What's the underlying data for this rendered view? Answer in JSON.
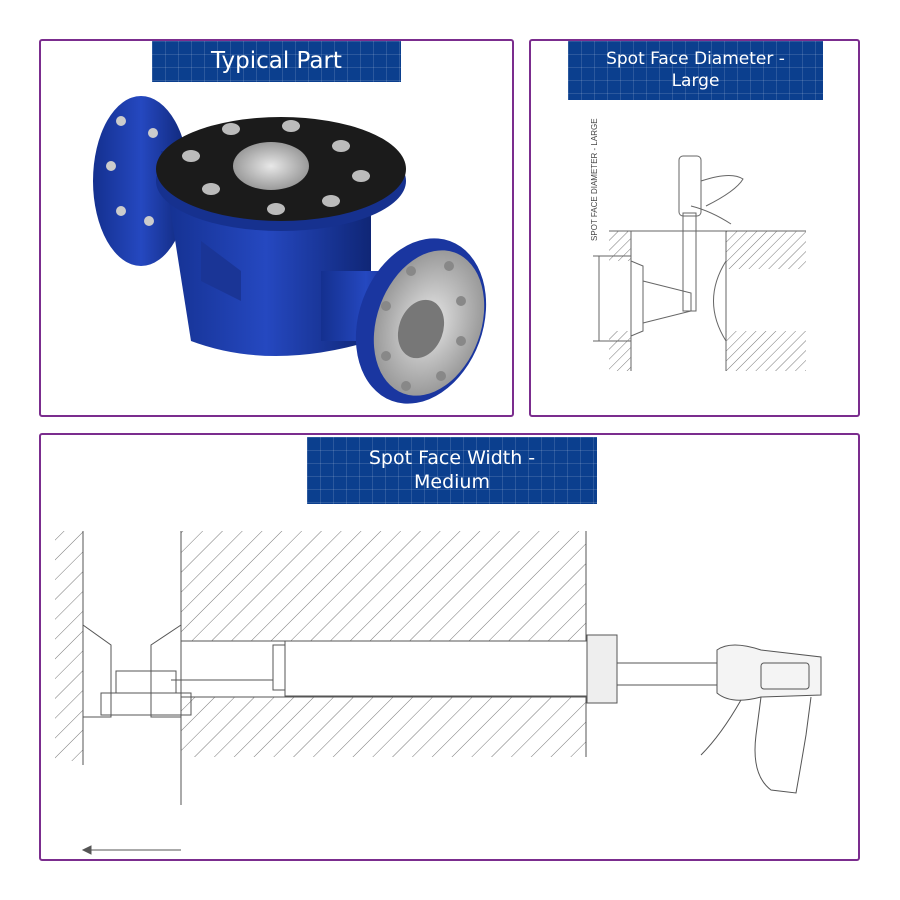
{
  "panels": {
    "typical_part": {
      "title": "Typical Part"
    },
    "spot_face_diameter": {
      "title_line1": "Spot Face Diameter -",
      "title_line2": "Large",
      "axis_label": "SPOT FACE DIAMETER - LARGE"
    },
    "spot_face_width": {
      "title_line1": "Spot Face Width -",
      "title_line2": "Medium"
    }
  },
  "colors": {
    "border": "#7b2d8e",
    "banner": "#0b3f8e",
    "part_blue": "#1e3fa8"
  }
}
